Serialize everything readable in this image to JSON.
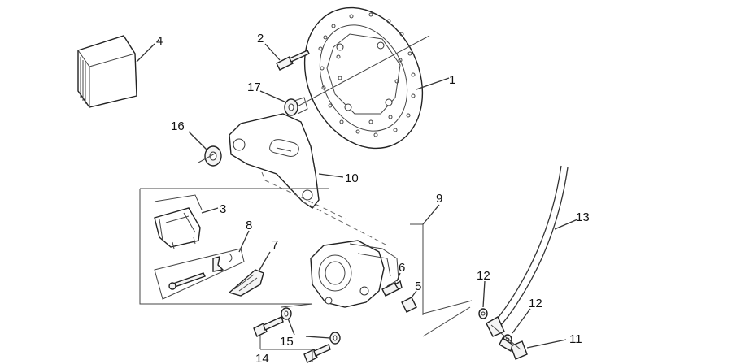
{
  "callouts": [
    {
      "id": "1",
      "text": "1"
    },
    {
      "id": "2",
      "text": "2"
    },
    {
      "id": "3",
      "text": "3"
    },
    {
      "id": "4",
      "text": "4"
    },
    {
      "id": "5",
      "text": "5"
    },
    {
      "id": "6",
      "text": "6"
    },
    {
      "id": "7",
      "text": "7"
    },
    {
      "id": "8",
      "text": "8"
    },
    {
      "id": "9",
      "text": "9"
    },
    {
      "id": "10",
      "text": "10"
    },
    {
      "id": "11",
      "text": "11"
    },
    {
      "id": "12a",
      "text": "12"
    },
    {
      "id": "12b",
      "text": "12"
    },
    {
      "id": "13",
      "text": "13"
    },
    {
      "id": "14",
      "text": "14"
    },
    {
      "id": "15",
      "text": "15"
    },
    {
      "id": "16",
      "text": "16"
    },
    {
      "id": "17",
      "text": "17"
    }
  ]
}
